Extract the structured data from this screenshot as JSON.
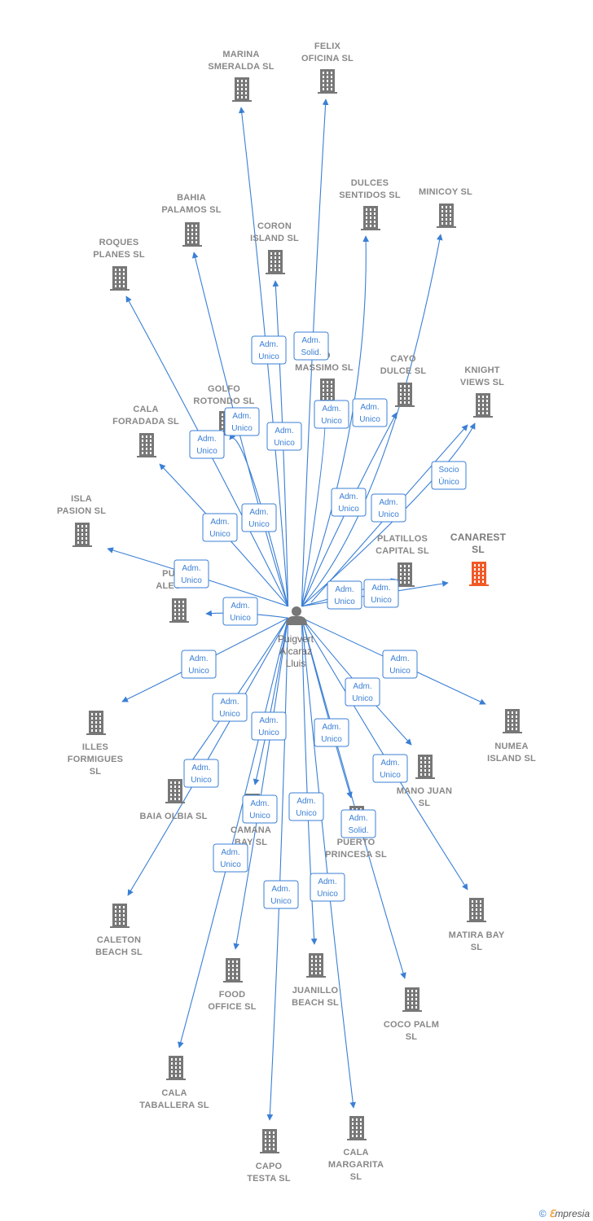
{
  "center": {
    "name": [
      "Puigvert",
      "Alcaraz",
      "Lluis"
    ],
    "icon": "person-icon"
  },
  "colors": {
    "edge": "#3a7fd5",
    "building": "#777777",
    "focus": "#f05a28",
    "label": "#888888"
  },
  "companies": [
    {
      "id": "marina",
      "label": [
        "MARINA",
        "SMERALDA  SL"
      ],
      "role": [
        "Adm.",
        "Unico"
      ]
    },
    {
      "id": "felix",
      "label": [
        "FELIX",
        "OFICINA SL"
      ],
      "role": [
        "Adm.",
        "Solid."
      ]
    },
    {
      "id": "dulces",
      "label": [
        "DULCES",
        "SENTIDOS  SL"
      ],
      "role": [
        "Adm.",
        "Unico"
      ]
    },
    {
      "id": "minicoy",
      "label": [
        "MINICOY  SL"
      ],
      "role": [
        "Adm.",
        "Unico"
      ]
    },
    {
      "id": "bahia",
      "label": [
        "BAHIA",
        "PALAMOS  SL"
      ],
      "role": [
        "Adm.",
        "Unico"
      ]
    },
    {
      "id": "coron",
      "label": [
        "CORON",
        "ISLAND  SL"
      ],
      "role": [
        "Adm.",
        "Unico"
      ]
    },
    {
      "id": "roques",
      "label": [
        "ROQUES",
        "PLANES  SL"
      ],
      "role": [
        "Adm.",
        "Unico"
      ]
    },
    {
      "id": "massimo",
      "label": [
        "TO",
        "MASSIMO  SL"
      ],
      "role": [
        "Adm.",
        "Unico"
      ]
    },
    {
      "id": "cayo",
      "label": [
        "CAYO",
        "DULCE  SL"
      ],
      "role": [
        "Adm.",
        "Unico"
      ]
    },
    {
      "id": "knight",
      "label": [
        "KNIGHT",
        "VIEWS  SL"
      ],
      "role": [
        "Socio",
        "Único"
      ]
    },
    {
      "id": "golfo",
      "label": [
        "GOLFO",
        "ROTONDO  SL"
      ],
      "role": [
        "Adm.",
        "Unico"
      ]
    },
    {
      "id": "cala_foradada",
      "label": [
        "CALA",
        "FORADADA  SL"
      ],
      "role": [
        "Adm.",
        "Unico"
      ]
    },
    {
      "id": "isla_pasion",
      "label": [
        "ISLA",
        "PASION  SL"
      ],
      "role": [
        "Adm.",
        "Unico"
      ]
    },
    {
      "id": "platillos",
      "label": [
        "PLATILLOS",
        "CAPITAL  SL"
      ],
      "role": [
        "Adm.",
        "Unico"
      ]
    },
    {
      "id": "canarest",
      "label": [
        "CANAREST",
        "SL"
      ],
      "role": [
        "Adm.",
        "Unico"
      ],
      "focus": true
    },
    {
      "id": "pu_alegre",
      "label": [
        "PU",
        "ALEG"
      ],
      "role": [
        "Adm.",
        "Unico"
      ]
    },
    {
      "id": "illes",
      "label": [
        "ILLES",
        "FORMIGUES",
        "SL"
      ],
      "role": [
        "Adm.",
        "Unico"
      ]
    },
    {
      "id": "numea",
      "label": [
        "NUMEA",
        "ISLAND  SL"
      ],
      "role": [
        "Adm.",
        "Unico"
      ]
    },
    {
      "id": "baia_olbia",
      "label": [
        "BAIA OLBIA  SL"
      ],
      "role": [
        "Adm.",
        "Unico"
      ]
    },
    {
      "id": "mano_juan",
      "label": [
        "MANO JUAN",
        "SL"
      ],
      "role": [
        "Adm.",
        "Unico"
      ]
    },
    {
      "id": "camana",
      "label": [
        "CAMANA",
        "BAY  SL"
      ],
      "role": [
        "Adm.",
        "Unico"
      ]
    },
    {
      "id": "puerto_princesa",
      "label": [
        "PUERTO",
        "PRINCESA  SL"
      ],
      "role": [
        "Adm.",
        "Unico"
      ]
    },
    {
      "id": "caleton",
      "label": [
        "CALETON",
        "BEACH  SL"
      ],
      "role": [
        "Adm.",
        "Unico"
      ]
    },
    {
      "id": "matira",
      "label": [
        "MATIRA BAY",
        "SL"
      ],
      "role": [
        "Adm.",
        "Unico"
      ]
    },
    {
      "id": "food_office",
      "label": [
        "FOOD",
        "OFFICE  SL"
      ],
      "role": [
        "Adm.",
        "Unico"
      ]
    },
    {
      "id": "juanillo",
      "label": [
        "JUANILLO",
        "BEACH SL"
      ],
      "role": [
        "Adm.",
        "Unico"
      ]
    },
    {
      "id": "coco_palm",
      "label": [
        "COCO PALM",
        "SL"
      ],
      "role": [
        "Adm.",
        "Solid."
      ]
    },
    {
      "id": "cala_taballera",
      "label": [
        "CALA",
        "TABALLERA  SL"
      ],
      "role": [
        "Adm.",
        "Unico"
      ]
    },
    {
      "id": "capo_testa",
      "label": [
        "CAPO",
        "TESTA  SL"
      ],
      "role": [
        "Adm.",
        "Unico"
      ]
    },
    {
      "id": "cala_margarita",
      "label": [
        "CALA",
        "MARGARITA",
        "SL"
      ],
      "role": [
        "Adm.",
        "Unico"
      ]
    }
  ],
  "footer": {
    "copyright": "©",
    "brand_e": "ℇ",
    "brand_rest": "mpresia"
  }
}
